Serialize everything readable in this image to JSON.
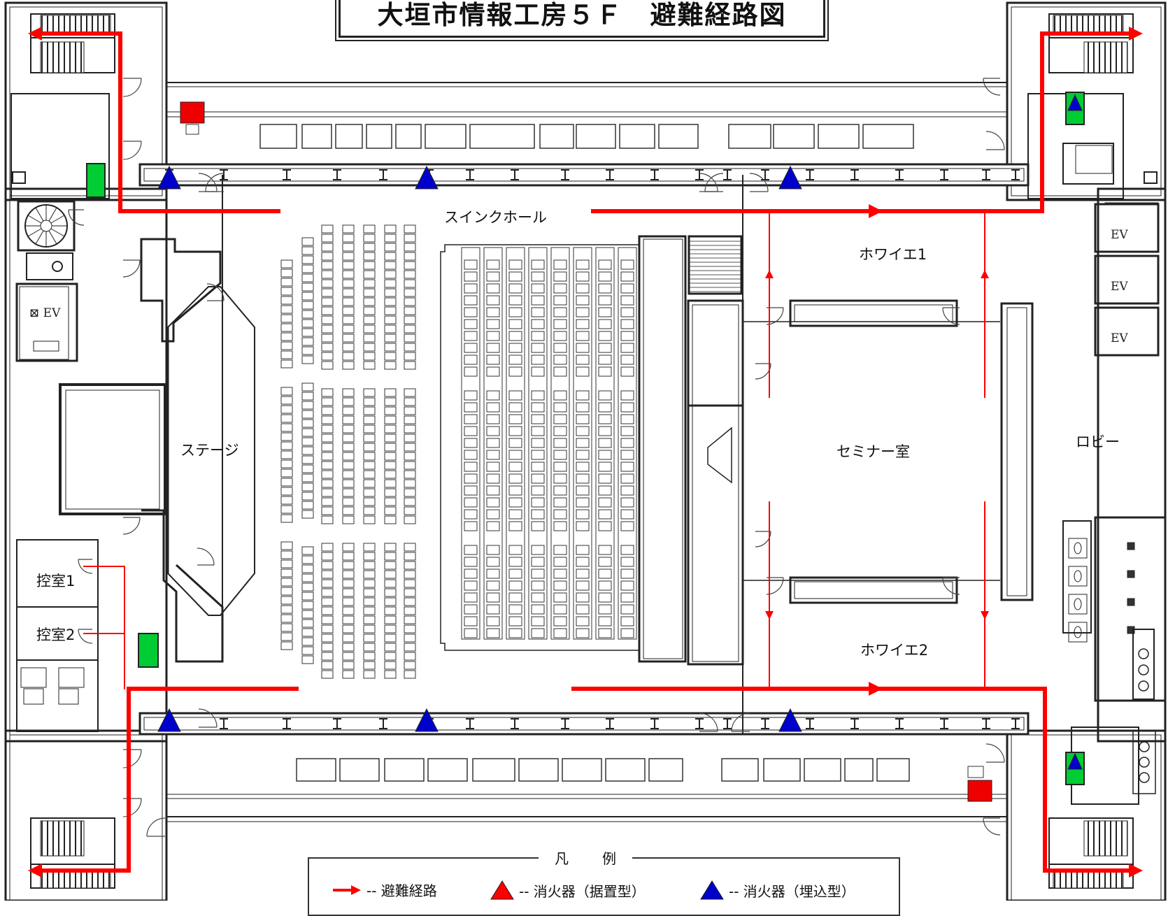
{
  "title": "大垣市情報工房５Ｆ　避難経路図",
  "rooms": {
    "swing_hall": "スインクホール",
    "stage": "ステージ",
    "foyer1": "ホワイエ1",
    "foyer2": "ホワイエ2",
    "seminar": "セミナー室",
    "lobby": "ロビー",
    "waiting1": "控室1",
    "waiting2": "控室2"
  },
  "elevators": [
    "EV",
    "EV",
    "EV",
    "EV"
  ],
  "legend": {
    "title": "凡　例",
    "route": "-- 避難経路",
    "extinguisher_standing": "-- 消火器（据置型）",
    "extinguisher_embedded": "-- 消火器（埋込型）"
  },
  "colors": {
    "route": "#ff0000",
    "extinguisher_standing": "#ff0000",
    "extinguisher_embedded": "#0000cc",
    "hydrant": "#00cc33",
    "alarm": "#ee0000",
    "wall": "#222222"
  },
  "icons": {
    "route": "red-arrow",
    "extinguisher_standing": "red-triangle",
    "extinguisher_embedded": "blue-triangle",
    "hydrant": "green-box",
    "alarm": "red-square"
  }
}
